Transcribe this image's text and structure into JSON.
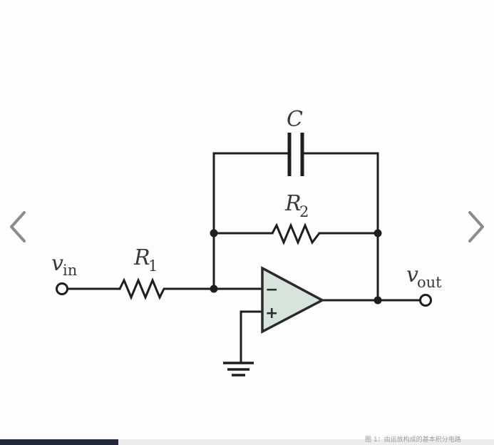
{
  "diagram": {
    "labels": {
      "capacitor": "C",
      "r2_main": "R",
      "r2_sub": "2",
      "r1_main": "R",
      "r1_sub": "1",
      "vin_main": "v",
      "vin_sub": "in",
      "vout_main": "v",
      "vout_sub": "out",
      "minus": "−",
      "plus": "+"
    },
    "colors": {
      "wire": "#1e1e1e",
      "opamp_fill": "#d6e4dc",
      "opamp_stroke": "#2a2a2a",
      "text": "#3a3a3a"
    }
  },
  "navigation": {
    "prev_icon": "chevron-left-icon",
    "next_icon": "chevron-right-icon",
    "arrow_color": "#8c8c8c"
  },
  "footer": {
    "caption": "图 1：由运放构成的基本积分电路"
  }
}
